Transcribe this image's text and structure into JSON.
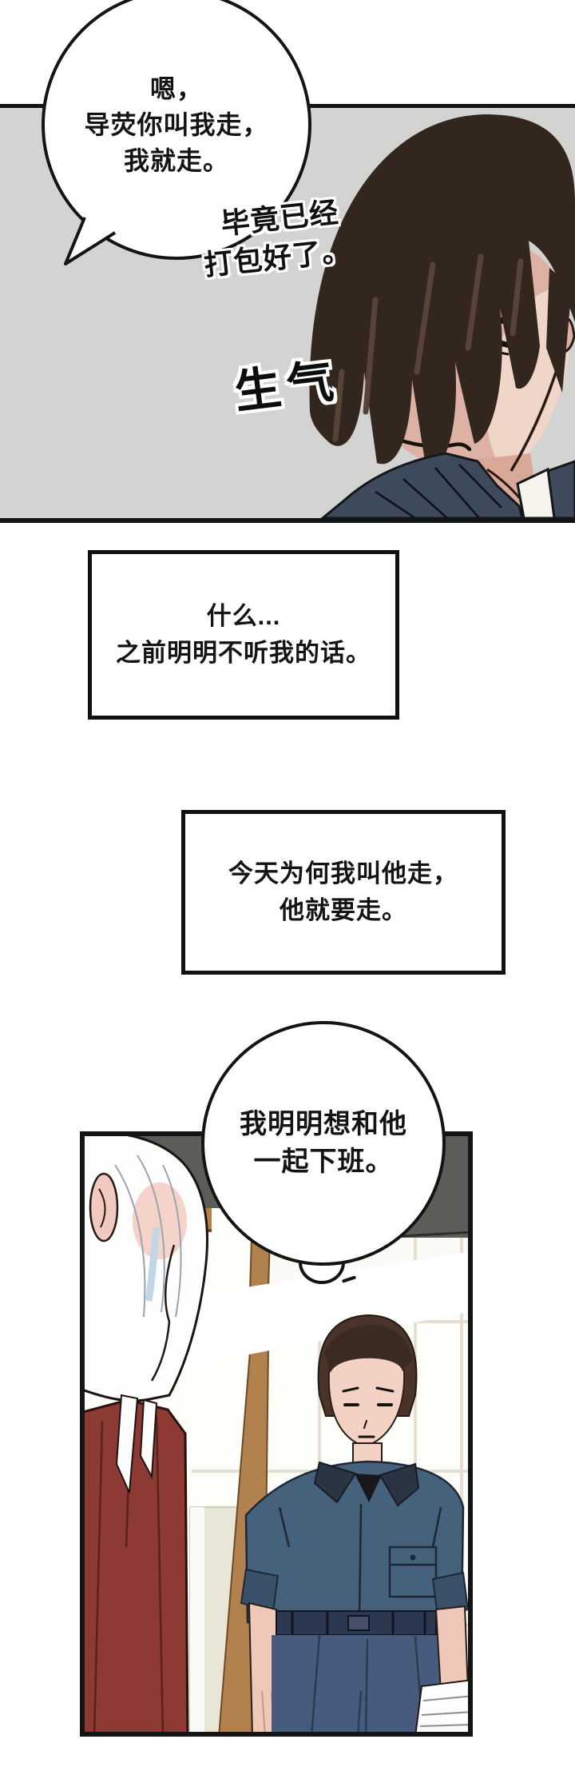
{
  "panel1": {
    "bg_color": "#d3d3d1",
    "bubble_lines": [
      "嗯，",
      "导荧你叫我走，",
      "我就走。"
    ],
    "note_lines": [
      "毕竟已经",
      "打包好了。"
    ],
    "sfx": "生气"
  },
  "boxes": [
    {
      "lines": [
        "什么...",
        "之前明明不听我的话。"
      ]
    },
    {
      "lines": [
        "今天为何我叫他走，",
        "他就要走。"
      ]
    }
  ],
  "panel2": {
    "bubble_lines": [
      "我明明想和他",
      "一起下班。"
    ]
  },
  "colors": {
    "outline": "#141414",
    "panel1_bg": "#d3d3d1",
    "dark_hair": "#32261f",
    "skin": "#ddb1a3",
    "navy_shirt": "#3d4a5c",
    "wall_gray": "#5c5c58",
    "wood_brown": "#b2824e",
    "maroon_shirt": "#8c3a33",
    "jumpsuit_blue": "#46617c",
    "jeans_blue": "#475b7e",
    "hair_blue_shade": "#c2d7e5"
  }
}
